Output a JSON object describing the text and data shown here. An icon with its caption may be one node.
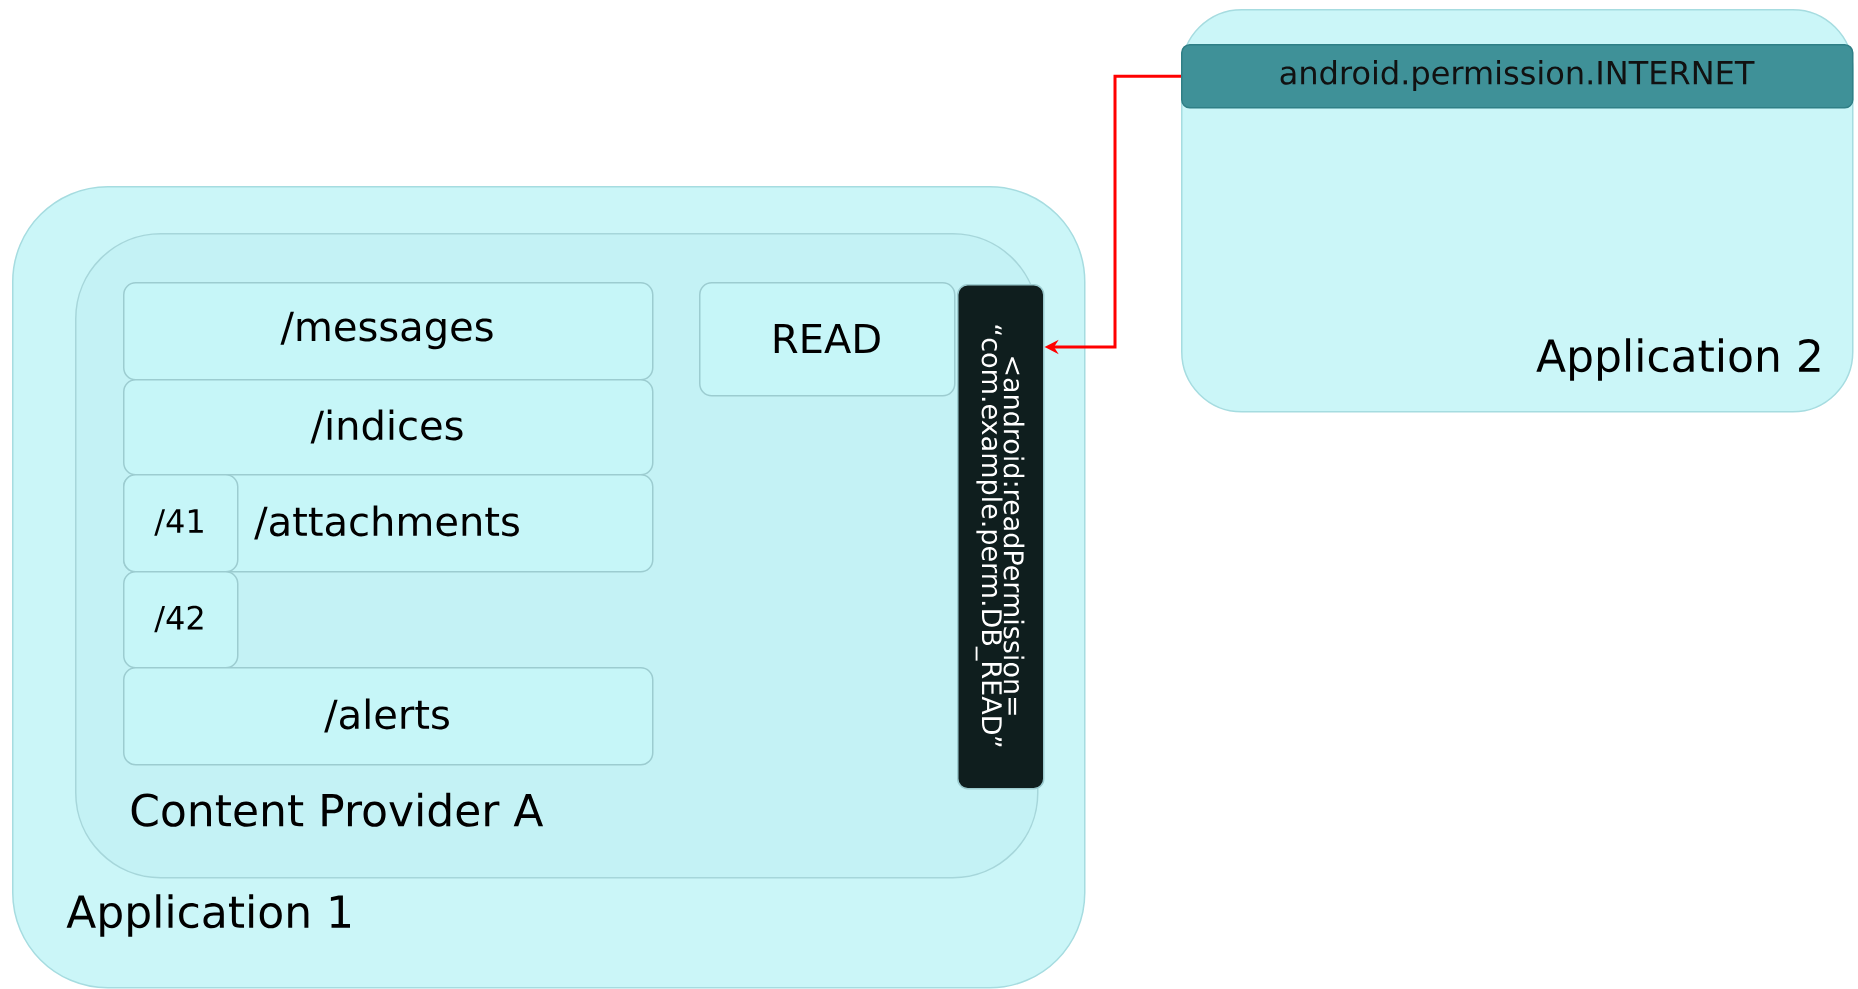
{
  "diagram": {
    "nodes": [
      {
        "text": [
          "Application 1"
        ]
      },
      {
        "text": [
          "Content Provider A"
        ],
        "in": 0
      },
      {
        "text": [
          "/messages"
        ],
        "in": 1
      },
      {
        "text": [
          "/indices"
        ],
        "in": 1
      },
      {
        "text": [
          "/attachments"
        ],
        "in": 1
      },
      {
        "text": [
          "/41"
        ],
        "in": 4
      },
      {
        "text": [
          "/42"
        ],
        "in": 1
      },
      {
        "text": [
          "/alerts"
        ],
        "in": 1
      },
      {
        "text": [
          "READ"
        ],
        "in": 1
      },
      {
        "text": [
          "<android:readPermission= “com.example.perm.DB_READ”"
        ],
        "in": 1
      },
      {
        "text": [
          "Application 2"
        ]
      },
      {
        "text": [
          "android.permission.INTERNET"
        ],
        "in": 10
      }
    ],
    "edges": [
      {
        "from": 11,
        "to": 9,
        "arrow": "to",
        "color": "#ff0000"
      }
    ]
  }
}
